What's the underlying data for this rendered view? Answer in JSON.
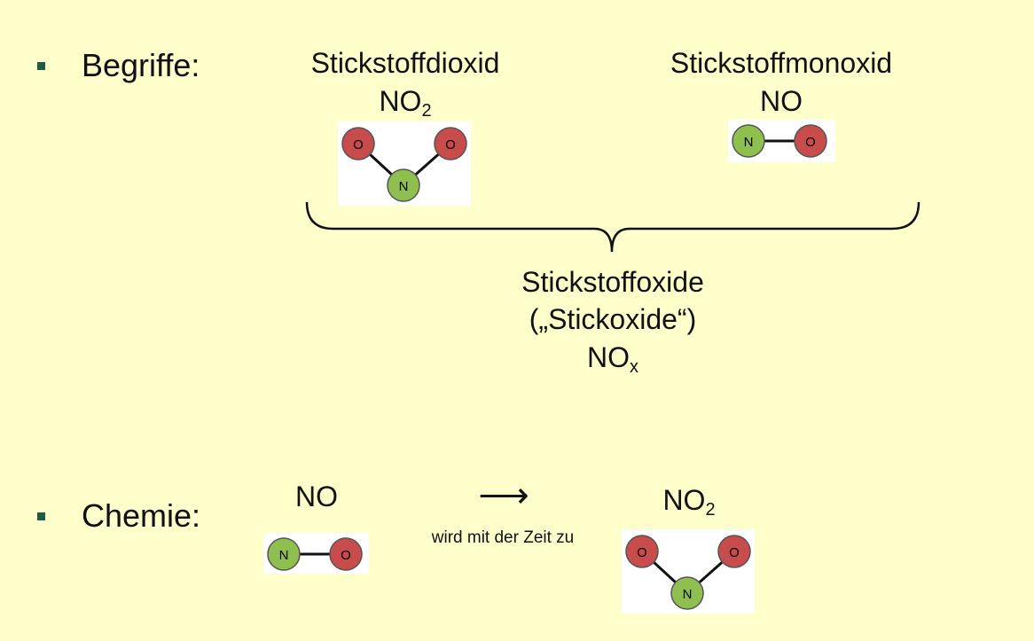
{
  "sections": {
    "begriffe": {
      "heading": "Begriffe:",
      "dioxid": {
        "name": "Stickstoffdioxid",
        "formula_main": "NO",
        "formula_sub": "2"
      },
      "monoxid": {
        "name": "Stickstoffmonoxid",
        "formula": "NO"
      },
      "group": {
        "name": "Stickstoffoxide",
        "alias": "(„Stickoxide“)",
        "formula_main": "NO",
        "formula_sub": "x"
      }
    },
    "chemie": {
      "heading": "Chemie:",
      "reactant": "NO",
      "arrow": "⟶",
      "arrow_text": "wird mit der Zeit zu",
      "product_main": "NO",
      "product_sub": "2"
    }
  },
  "atoms": {
    "nitrogen": "N",
    "oxygen": "O"
  },
  "colors": {
    "background": "#ffffcc",
    "bullet": "#1f5b45",
    "nitrogen": "#8fbf4f",
    "oxygen": "#c94c4c"
  }
}
